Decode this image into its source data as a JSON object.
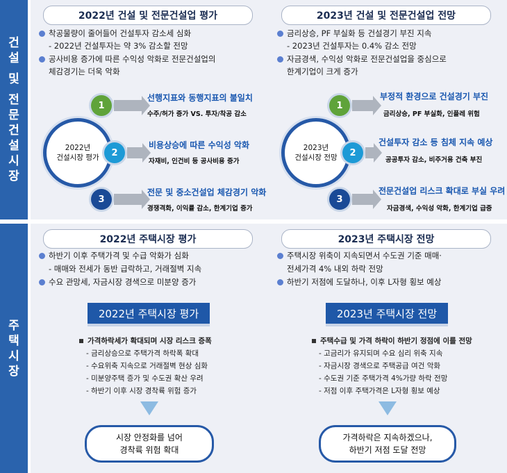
{
  "construction": {
    "side_label": [
      "건",
      "설",
      "및",
      "전",
      "문",
      "건",
      "설",
      "시",
      "장"
    ],
    "left": {
      "title": "2022년 건설 및 전문건설업 평가",
      "bullets": [
        {
          "type": "bullet",
          "text": "착공물량이 줄어들어 건설투자 감소세 심화"
        },
        {
          "type": "sub",
          "text": "- 2022년 건설투자는 약 3% 감소할 전망"
        },
        {
          "type": "bullet",
          "text": "공사비용 증가에 따른 수익성 악화로 전문건설업의"
        },
        {
          "type": "cont",
          "text": "체감경기는 더욱 악화"
        }
      ],
      "center": [
        "2022년",
        "건설시장 평가"
      ],
      "items": [
        {
          "num": "1",
          "title": "선행지표와 동행지표의 불일치",
          "sub": "수주/허가 증가 VS. 투자/착공 감소"
        },
        {
          "num": "2",
          "title": "비용상승에 따른 수익성 악화",
          "sub": "자재비, 인건비 등 공사비용 증가"
        },
        {
          "num": "3",
          "title": "전문 및 중소건설업 체감경기 악화",
          "sub": "경쟁격화, 이익률 감소, 한계기업 증가"
        }
      ]
    },
    "right": {
      "title": "2023년 건설 및 전문건설업 전망",
      "bullets": [
        {
          "type": "bullet",
          "text": "금리상승, PF 부실화 등 건설경기 부진 지속"
        },
        {
          "type": "sub",
          "text": "- 2023년 건설투자는 0.4% 감소 전망"
        },
        {
          "type": "bullet",
          "text": "자금경색, 수익성 악화로 전문건설업을 중심으로"
        },
        {
          "type": "cont",
          "text": "한계기업이 크게 증가"
        }
      ],
      "center": [
        "2023년",
        "건설시장 전망"
      ],
      "items": [
        {
          "num": "1",
          "title": "부정적 환경으로 건설경기 부진",
          "sub": "금리상승, PF 부실화, 인플레 위험"
        },
        {
          "num": "2",
          "title": "건설투자 감소 등 침체 지속 예상",
          "sub": "공공투자 감소, 비주거용 건축 부진"
        },
        {
          "num": "3",
          "title": "전문건설업 리스크 확대로 부실 우려",
          "sub": "자금경색, 수익성 악화, 한계기업 급증"
        }
      ]
    }
  },
  "housing": {
    "side_label": [
      "주",
      "택",
      "시",
      "장"
    ],
    "left": {
      "title": "2022년 주택시장 평가",
      "bullets": [
        {
          "type": "bullet",
          "text": "하반기 이후 주택가격 및 수급 악화가 심화"
        },
        {
          "type": "sub",
          "text": "- 매매와 전세가 동반 급락하고, 거래절벽 지속"
        },
        {
          "type": "bullet",
          "text": "수요 관망세, 자금시장 경색으로 미분양 증가"
        }
      ],
      "banner": "2022년 주택시장 평가",
      "list_head": "가격하락세가 확대되며 시장 리스크 증폭",
      "list": [
        "- 금리상승으로 주택가격 하락폭 확대",
        "- 수요위축 지속으로 거래절벽 현상 심화",
        "- 미분양주택 증가 및 수도권 확산 우려",
        "- 하반기 이후 시장 경착륙 위험 증가"
      ],
      "conclusion": [
        "시장 안정화를 넘어",
        "경착륙 위험 확대"
      ]
    },
    "right": {
      "title": "2023년 주택시장 전망",
      "bullets": [
        {
          "type": "bullet",
          "text": "주택시장 위축이 지속되면서 수도권 기준 매매·"
        },
        {
          "type": "cont",
          "text": "전세가격 4% 내외 하락 전망"
        },
        {
          "type": "bullet",
          "text": "하반기 저점에 도달하나, 이후 L자형 횡보 예상"
        }
      ],
      "banner": "2023년 주택시장 전망",
      "list_head": "주택수급 및 가격 하락이 하반기 정점에 이를 전망",
      "list": [
        "- 고금리가 유지되며 수요 심리 위축 지속",
        "- 자금시장 경색으로 주택공급 여건 악화",
        "- 수도권 기준 주택가격 4%가량 하락 전망",
        "- 저점 이후 주택가격은 L자형 횡보 예상"
      ],
      "conclusion": [
        "가격하락은 지속하겠으나,",
        "하반기 저점 도달 전망"
      ]
    }
  },
  "colors": {
    "side": "#2a63ad",
    "num1": "#5fa33a",
    "num2": "#1d9ad6",
    "num3": "#1a4a96",
    "title": "#1a58b0"
  }
}
